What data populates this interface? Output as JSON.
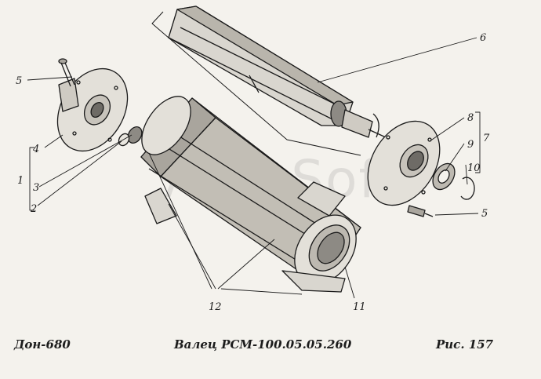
{
  "watermark": "AutoSoft",
  "footer": {
    "model": "Дон-680",
    "title": "Валец  РСМ-100.05.05.260",
    "figure": "Рис.  157"
  },
  "callouts": {
    "c1": "1",
    "c2": "2",
    "c3": "3",
    "c4": "4",
    "c5a": "5",
    "c5b": "5",
    "c6": "6",
    "c7": "7",
    "c8": "8",
    "c9": "9",
    "c10": "10",
    "c11": "11",
    "c12": "12"
  }
}
